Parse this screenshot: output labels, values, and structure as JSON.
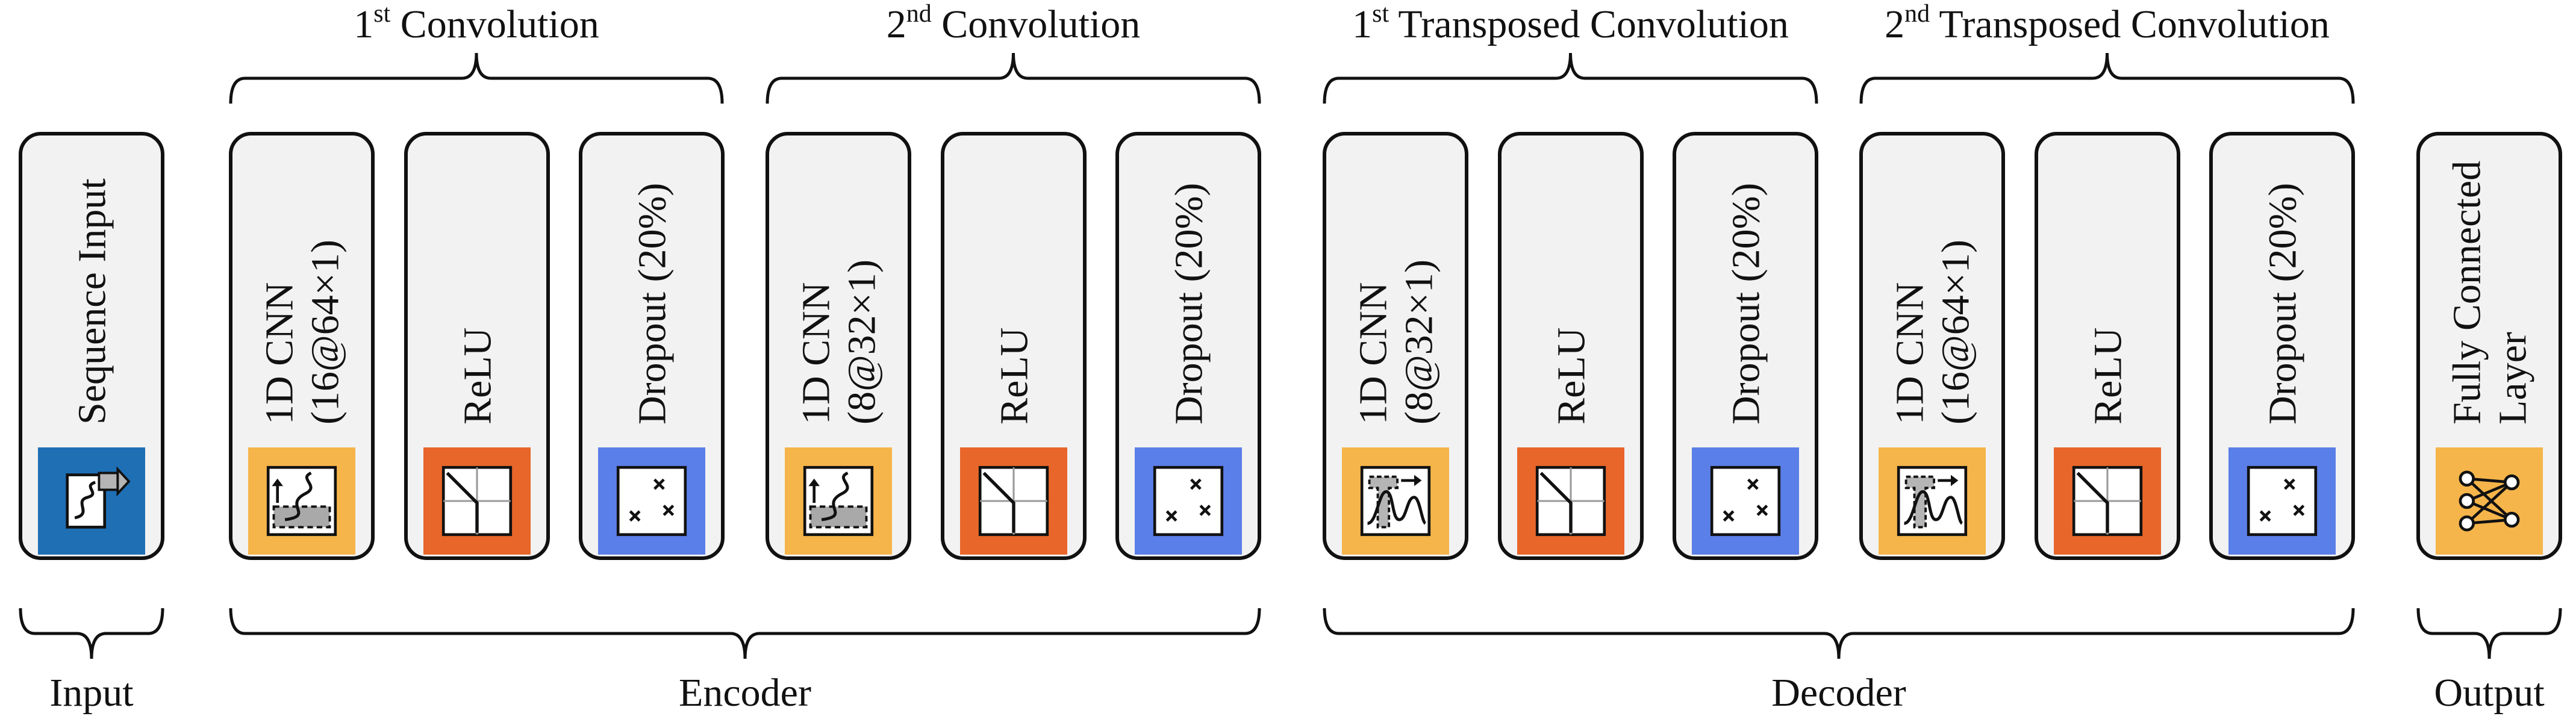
{
  "groups": [
    {
      "base": "1",
      "sup": "st",
      "rest": " Convolution"
    },
    {
      "base": "2",
      "sup": "nd",
      "rest": " Convolution"
    },
    {
      "base": "1",
      "sup": "st",
      "rest": " Transposed Convolution"
    },
    {
      "base": "2",
      "sup": "nd",
      "rest": " Transposed Convolution"
    }
  ],
  "layers": [
    {
      "lines": [
        "Sequence Input"
      ],
      "icon": "sequence-input-icon",
      "color": "#1f6fb5"
    },
    {
      "lines": [
        "1D CNN",
        "(16@64×1)"
      ],
      "icon": "convolution-1d-icon",
      "color": "#f5b54a"
    },
    {
      "lines": [
        "ReLU"
      ],
      "icon": "relu-icon",
      "color": "#e8662a"
    },
    {
      "lines": [
        "Dropout (20%)"
      ],
      "icon": "dropout-icon",
      "color": "#5b7fe8"
    },
    {
      "lines": [
        "1D CNN",
        "(8@32×1)"
      ],
      "icon": "convolution-1d-icon",
      "color": "#f5b54a"
    },
    {
      "lines": [
        "ReLU"
      ],
      "icon": "relu-icon",
      "color": "#e8662a"
    },
    {
      "lines": [
        "Dropout (20%)"
      ],
      "icon": "dropout-icon",
      "color": "#5b7fe8"
    },
    {
      "lines": [
        "1D CNN",
        "(8@32×1)"
      ],
      "icon": "transposed-convolution-icon",
      "color": "#f5b54a"
    },
    {
      "lines": [
        "ReLU"
      ],
      "icon": "relu-icon",
      "color": "#e8662a"
    },
    {
      "lines": [
        "Dropout (20%)"
      ],
      "icon": "dropout-icon",
      "color": "#5b7fe8"
    },
    {
      "lines": [
        "1D CNN",
        "(16@64×1)"
      ],
      "icon": "transposed-convolution-icon",
      "color": "#f5b54a"
    },
    {
      "lines": [
        "ReLU"
      ],
      "icon": "relu-icon",
      "color": "#e8662a"
    },
    {
      "lines": [
        "Dropout (20%)"
      ],
      "icon": "dropout-icon",
      "color": "#5b7fe8"
    },
    {
      "lines": [
        "Fully Connected",
        "Layer"
      ],
      "icon": "fully-connected-icon",
      "color": "#f5b54a"
    }
  ],
  "sections": [
    "Input",
    "Encoder",
    "Decoder",
    "Output"
  ],
  "colors": {
    "box_fill": "#f2f2f2",
    "box_stroke": "#111111"
  }
}
